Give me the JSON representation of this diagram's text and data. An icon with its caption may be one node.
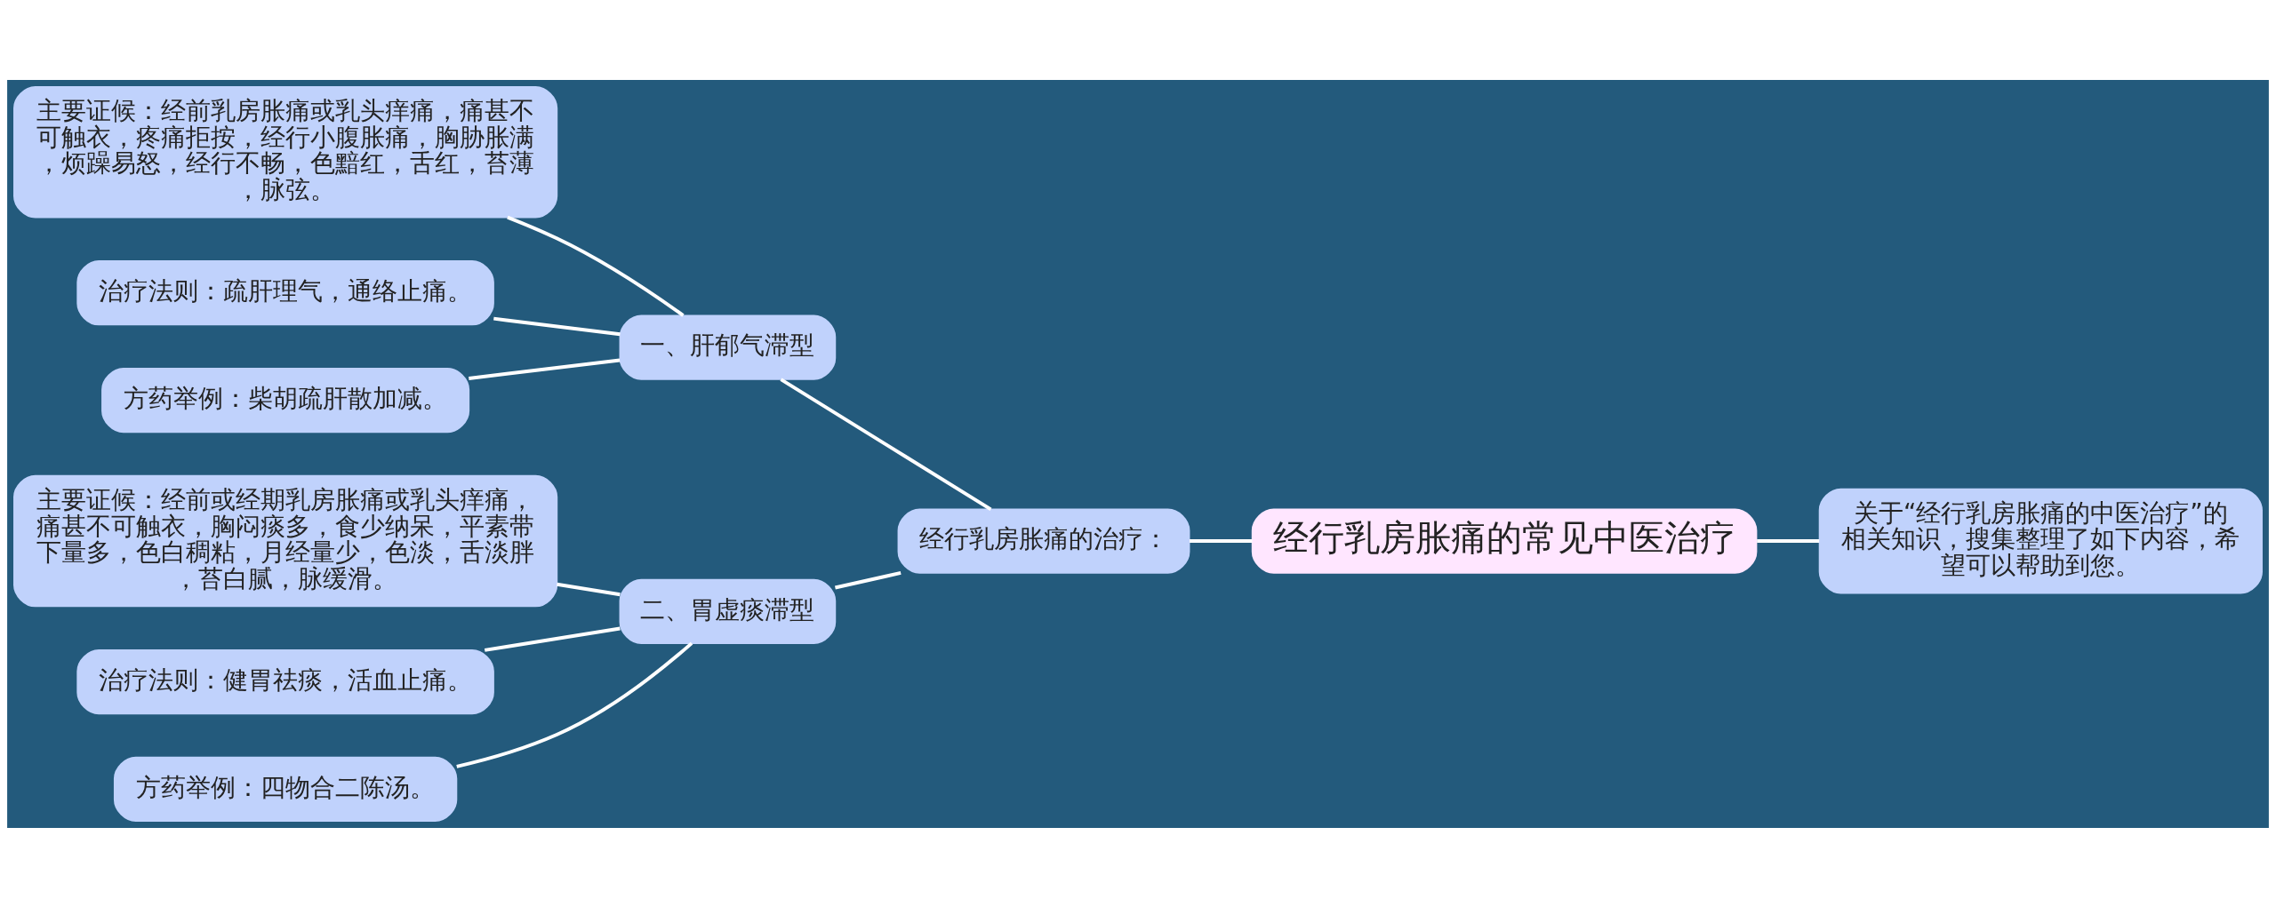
{
  "diagram": {
    "nodes": [
      {
        "text": [
          "经行乳房胀痛的常见中医治疗"
        ]
      },
      {
        "text": [
          "关于“经行乳房胀痛的中医治疗”的相关知识，搜集整理了如下内容，希望可以帮助到您。"
        ]
      },
      {
        "text": [
          "经行乳房胀痛的治疗："
        ]
      },
      {
        "text": [
          "一、肝郁气滞型"
        ]
      },
      {
        "text": [
          "主要证候：经前乳房胀痛或乳头痒痛，痛甚不可触衣，疼痛拒按，经行小腹胀痛，胸胁胀满，烦躁易怒，经行不畅，色黯红，舌红，苔薄，脉弦。"
        ]
      },
      {
        "text": [
          "治疗法则：疏肝理气，通络止痛。"
        ]
      },
      {
        "text": [
          "方药举例：柴胡疏肝散加减。"
        ]
      },
      {
        "text": [
          "二、胃虚痰滞型"
        ]
      },
      {
        "text": [
          "主要证候：经前或经期乳房胀痛或乳头痒痛，痛甚不可触衣，胸闷痰多，食少纳呆，平素带下量多，色白稠粘，月经量少，色淡，舌淡胖，苔白腻，脉缓滑。"
        ]
      },
      {
        "text": [
          "治疗法则：健胃祛痰，活血止痛。"
        ]
      },
      {
        "text": [
          "方药举例：四物合二陈汤。"
        ]
      }
    ],
    "edges": [
      {
        "from": 0,
        "to": 1,
        "arrow": "none"
      },
      {
        "from": 0,
        "to": 2,
        "arrow": "none"
      },
      {
        "from": 2,
        "to": 3,
        "arrow": "none"
      },
      {
        "from": 2,
        "to": 7,
        "arrow": "none"
      },
      {
        "from": 3,
        "to": 4,
        "arrow": "none"
      },
      {
        "from": 3,
        "to": 5,
        "arrow": "none"
      },
      {
        "from": 3,
        "to": 6,
        "arrow": "none"
      },
      {
        "from": 7,
        "to": 8,
        "arrow": "none"
      },
      {
        "from": 7,
        "to": 9,
        "arrow": "none"
      },
      {
        "from": 7,
        "to": 10,
        "arrow": "none"
      }
    ]
  }
}
